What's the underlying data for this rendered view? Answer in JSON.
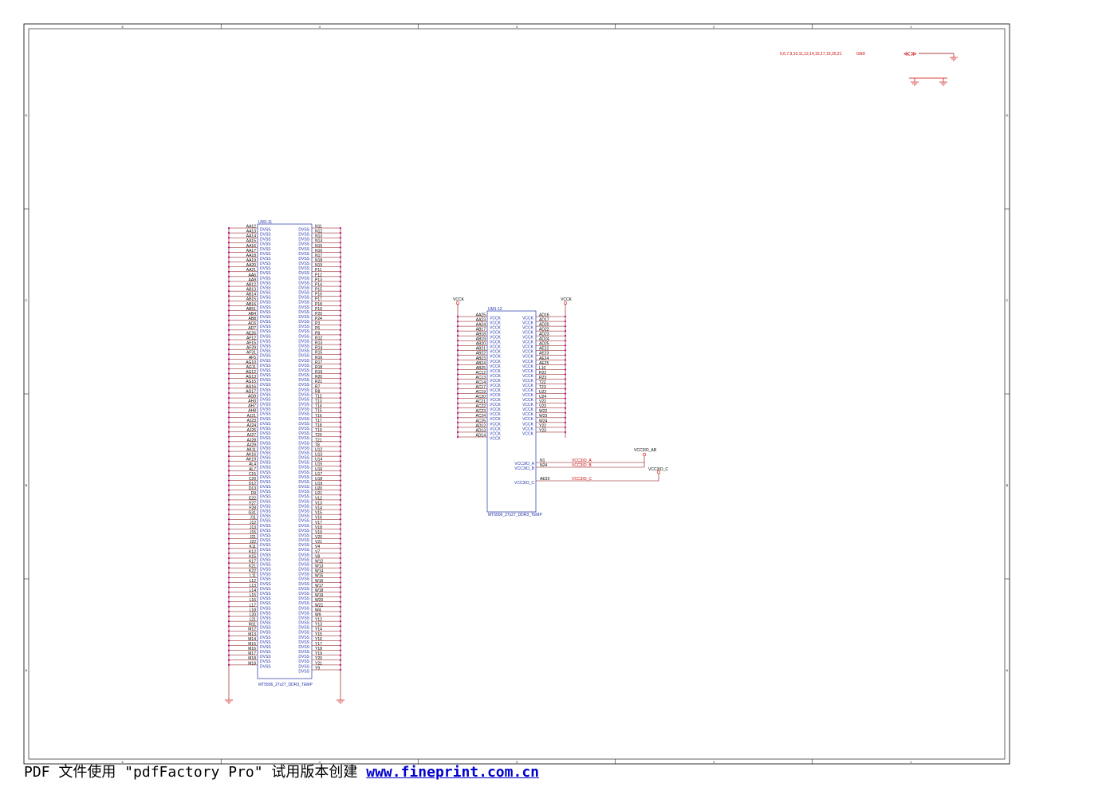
{
  "border": {
    "top_cols": [
      "5",
      "4",
      "3",
      "2",
      "1"
    ],
    "side_rows": [
      "D",
      "C",
      "B",
      "A"
    ]
  },
  "ground_note": {
    "pages": "5,6,7,9,10,11,12,14,15,17,19,20,21",
    "net": "GND",
    "arrows": "≪≫"
  },
  "u1": {
    "ref": "UM1:11",
    "part": "MT5506_27x27_DDR3_TEMP",
    "left_pin_name": "DVSS",
    "right_pin_name": "DVSS",
    "left_pins": [
      "AA12",
      "AA13",
      "AA14",
      "AA15",
      "AA16",
      "AA17",
      "AA18",
      "AA19",
      "AA20",
      "AA21",
      "AA6",
      "AA9",
      "AB12",
      "AB13",
      "AB14",
      "AB15",
      "AB16",
      "AB51",
      "AB4",
      "AB8",
      "AC6",
      "AD7",
      "AE26",
      "AF12",
      "AF15",
      "AF29",
      "AF31",
      "AF5",
      "AG10",
      "AG11",
      "AG12",
      "AG13",
      "AG15",
      "AG16",
      "AG17",
      "AG9",
      "AH3",
      "AH7",
      "AH8",
      "AJ21",
      "AJ23",
      "AJ24",
      "AJ26",
      "AJ27",
      "AJ28",
      "AJ29",
      "AK11",
      "AK16",
      "AK19",
      "AL4",
      "AL7",
      "C15",
      "C29",
      "D12",
      "D13",
      "D9",
      "E22",
      "F27",
      "F28",
      "G31",
      "J11",
      "J12",
      "J13",
      "J15",
      "J21",
      "J22",
      "K11",
      "K12",
      "K15",
      "K17",
      "K21",
      "K22",
      "L11",
      "L12",
      "L13",
      "L14",
      "L15",
      "L16",
      "L17",
      "L18",
      "L20",
      "L21",
      "M11",
      "M12",
      "M13",
      "M14",
      "M15",
      "M16",
      "M17",
      "M18",
      "M19"
    ],
    "right_pins": [
      "N11",
      "N12",
      "N13",
      "N14",
      "N15",
      "N16",
      "N17",
      "N18",
      "N19",
      "P11",
      "P12",
      "P13",
      "P14",
      "P15",
      "P16",
      "P17",
      "P18",
      "P19",
      "P20",
      "P24",
      "P3",
      "P6",
      "P8",
      "R12",
      "R13",
      "R14",
      "R15",
      "R16",
      "R17",
      "R18",
      "R19",
      "R20",
      "R21",
      "R7",
      "R8",
      "T12",
      "T13",
      "T14",
      "T15",
      "T16",
      "T17",
      "T18",
      "T19",
      "T20",
      "T21",
      "T8",
      "U12",
      "U13",
      "U14",
      "U15",
      "U16",
      "U17",
      "U18",
      "U19",
      "U20",
      "U21",
      "V12",
      "V13",
      "V14",
      "V15",
      "V16",
      "V17",
      "V18",
      "V19",
      "V20",
      "V21",
      "V4",
      "V7",
      "V8",
      "W12",
      "W13",
      "W14",
      "W15",
      "W16",
      "W17",
      "W18",
      "W19",
      "W20",
      "W21",
      "W4",
      "W9",
      "Y12",
      "Y13",
      "Y14",
      "Y15",
      "Y16",
      "Y17",
      "Y18",
      "Y19",
      "Y20",
      "Y21",
      "Y9"
    ]
  },
  "u2": {
    "ref": "UM1:12",
    "part": "MT5506_27x27_DDR3_TEMP",
    "supply": "VCCK",
    "left_pin_name": "VCCK",
    "right_pin_name": "VCCK",
    "left_pins": [
      "AA25",
      "AA23",
      "AA24",
      "AB17",
      "AB18",
      "AB19",
      "AB20",
      "AB21",
      "AB22",
      "AB23",
      "AB24",
      "AB25",
      "AC12",
      "AC13",
      "AC14",
      "AC17",
      "AC19",
      "AC20",
      "AC21",
      "AC22",
      "AC23",
      "AC24",
      "AC25",
      "AD12",
      "AD13",
      "AD14"
    ],
    "right_pins": [
      "AD16",
      "AD17",
      "AD20",
      "AD22",
      "AD23",
      "AD24",
      "AD25",
      "AE22",
      "AE23",
      "AE24",
      "AE25",
      "L10",
      "R22",
      "R23",
      "T22",
      "T23",
      "U22",
      "U24",
      "V22",
      "V23",
      "W22",
      "W23",
      "W24",
      "Y22",
      "Y23"
    ],
    "io": [
      {
        "pin_name": "VCC3IO_A",
        "pin": "N1",
        "net": "VCC3IO_A"
      },
      {
        "pin_name": "VCC3IO_B",
        "pin": "N24",
        "net": "VCC3IO_B"
      },
      {
        "pin_name": "VCC3IO_C",
        "pin": "AE33",
        "net": "VCC3IO_C"
      }
    ],
    "rail_ab": "VCC3IO_AB",
    "rail_c": "VCC3IO_C"
  },
  "footer": {
    "text": "PDF 文件使用 \"pdfFactory Pro\" 试用版本创建 ",
    "link": "www.fineprint.com.cn"
  },
  "colors": {
    "pin_line": "#880000",
    "pin_dot": "#cc00cc",
    "pin_name": "#2233aa",
    "net_red": "#cc0000",
    "body": "#2233aa",
    "ground": "#cc0000",
    "border": "#000000"
  }
}
